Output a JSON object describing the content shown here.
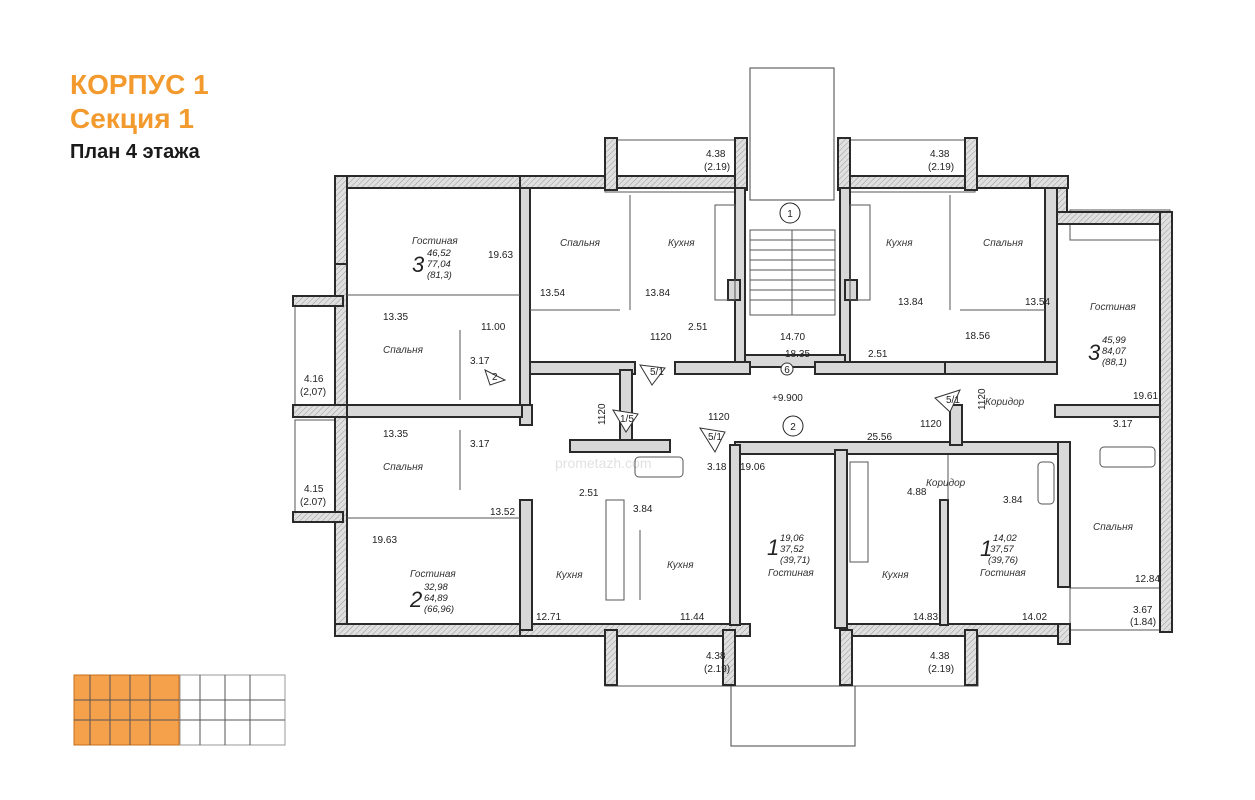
{
  "header": {
    "building": "КОРПУС 1",
    "section": "Секция 1",
    "floor_plan": "План 4 этажа"
  },
  "watermark": "prometazh.com",
  "colors": {
    "accent": "#f39a2e",
    "wall": "#2a2a2a",
    "minimap_highlight": "#f5a04a"
  },
  "stairwell": {
    "number": "1",
    "corridor_number": "2",
    "elevation": "+9.900"
  },
  "apartments": [
    {
      "id": "apt-3-top-left",
      "rooms": "3",
      "living": "46,52",
      "total": "77,04",
      "total_with_balcony": "(81,3)"
    },
    {
      "id": "apt-3-right",
      "rooms": "3",
      "living": "45,99",
      "total": "84,07",
      "total_with_balcony": "(88,1)"
    },
    {
      "id": "apt-2-left",
      "rooms": "2",
      "living": "32,98",
      "total": "64,89",
      "total_with_balcony": "(66,96)"
    },
    {
      "id": "apt-1-center",
      "rooms": "1",
      "living": "19,06",
      "total": "37,52",
      "total_with_balcony": "(39,71)"
    },
    {
      "id": "apt-1-right",
      "rooms": "1",
      "living": "14,02",
      "total": "37,57",
      "total_with_balcony": "(39,76)"
    }
  ],
  "room_labels": {
    "living": "Гостиная",
    "bedroom": "Спальня",
    "kitchen": "Кухня",
    "corridor": "Коридор"
  },
  "areas": {
    "a1": "19.63",
    "a2": "13.54",
    "a3": "13.84",
    "a4": "13.84",
    "a5": "13.54",
    "a6": "13.35",
    "a7": "11.00",
    "a8": "3.17",
    "a9": "2.51",
    "a10": "18.35",
    "a11": "2.51",
    "a12": "18.56",
    "a13": "19.61",
    "a14": "3.17",
    "a15": "13.35",
    "a16": "3.17",
    "a17": "25.56",
    "a18": "13.52",
    "a19": "19.63",
    "a20": "2.51",
    "a21": "3.84",
    "a22": "3.18",
    "a23": "19.06",
    "a24": "4.88",
    "a25": "3.84",
    "a26": "12.71",
    "a27": "11.44",
    "a28": "14.83",
    "a29": "14.02",
    "a30": "12.84",
    "a31": "3.67",
    "a32": "(1.84)",
    "a33": "14.70"
  },
  "balconies": {
    "top_left": {
      "area": "4.38",
      "half": "(2.19)"
    },
    "top_right": {
      "area": "4.38",
      "half": "(2.19)"
    },
    "bottom_left": {
      "area": "4.38",
      "half": "(2.19)"
    },
    "bottom_right": {
      "area": "4.38",
      "half": "(2.19)"
    },
    "left_upper": {
      "area": "4.16",
      "half": "(2,07)"
    },
    "left_lower": {
      "area": "4.15",
      "half": "(2.07)"
    }
  },
  "door_marks": {
    "d1": "1120",
    "d2": "1120",
    "d3": "1120",
    "d4": "1120",
    "d5": "1120",
    "t1": "5/1",
    "t2": "5/1",
    "t3": "5/1",
    "t4": "1/5",
    "t5": "6",
    "t6": "2"
  }
}
